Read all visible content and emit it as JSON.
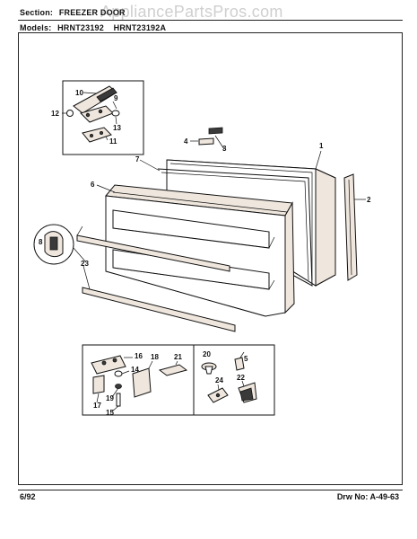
{
  "header": {
    "section_label": "Section:",
    "section_value": "FREEZER DOOR",
    "models_label": "Models:",
    "models": [
      "HRNT23192",
      "HRNT23192A"
    ]
  },
  "watermark": "AppliancePartsPros.com",
  "footer": {
    "date_code": "6/92",
    "drawing_number": "Drw No: A-49-63"
  },
  "callouts": [
    "1",
    "2",
    "3",
    "4",
    "5",
    "6",
    "7",
    "8",
    "9",
    "10",
    "11",
    "12",
    "13",
    "14",
    "15",
    "16",
    "17",
    "18",
    "19",
    "20",
    "21",
    "22",
    "23",
    "24"
  ]
}
